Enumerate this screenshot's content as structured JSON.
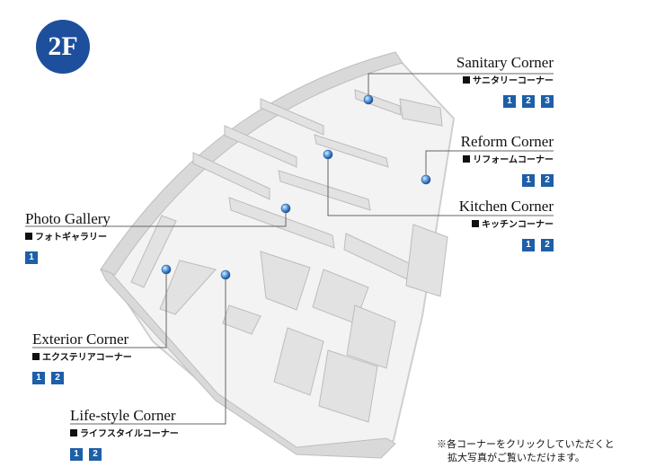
{
  "floor_label": "2F",
  "corners": {
    "sanitary": {
      "name_en": "Sanitary Corner",
      "name_jp": "サニタリーコーナー",
      "numbers": [
        "1",
        "2",
        "3"
      ]
    },
    "reform": {
      "name_en": "Reform Corner",
      "name_jp": "リフォームコーナー",
      "numbers": [
        "1",
        "2"
      ]
    },
    "kitchen": {
      "name_en": "Kitchen Corner",
      "name_jp": "キッチンコーナー",
      "numbers": [
        "1",
        "2"
      ]
    },
    "photo": {
      "name_en": "Photo Gallery",
      "name_jp": "フォトギャラリー",
      "numbers": [
        "1"
      ]
    },
    "exterior": {
      "name_en": "Exterior Corner",
      "name_jp": "エクステリアコーナー",
      "numbers": [
        "1",
        "2"
      ]
    },
    "lifestyle": {
      "name_en": "Life-style Corner",
      "name_jp": "ライフスタイルコーナー",
      "numbers": [
        "1",
        "2"
      ]
    }
  },
  "note": {
    "line1": "※各コーナーをクリックしていただくと",
    "line2": "拡大写真がご覧いただけます。"
  },
  "colors": {
    "badge": "#1d4f9c",
    "number_box": "#1d5fa8",
    "marker": "#4a8fd8",
    "leader": "#666666",
    "floor": "#f2f2f2",
    "wall": "#dcdcdc"
  }
}
